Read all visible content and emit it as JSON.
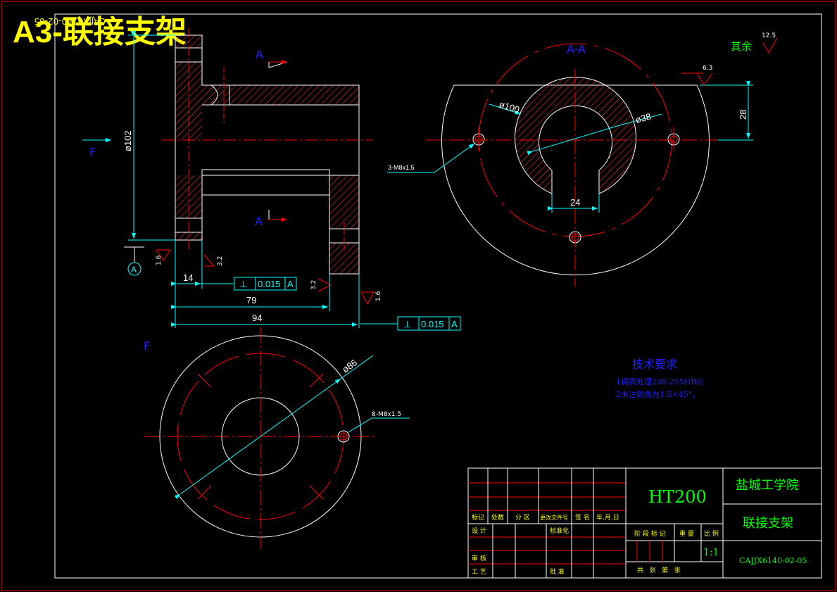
{
  "title": "A3-联接支架",
  "title_ghost": "CAJJX6140-02-05",
  "views": {
    "section_label": "A",
    "section_view_title": "A-A",
    "view_label": "F",
    "datum_label": "A"
  },
  "dimensions": {
    "dia102": "ø102",
    "len14": "14",
    "len79": "79",
    "len94": "94",
    "dia100": "ø100",
    "dia38": "ø38",
    "len28": "28",
    "len24": "24",
    "dia86": "ø86",
    "thread3": "3-M8x1.5",
    "thread8": "8-M8x1.5"
  },
  "tolerances": {
    "perp1": {
      "symbol": "⊥",
      "value": "0.015",
      "datum": "A"
    },
    "perp2": {
      "symbol": "⊥",
      "value": "0.015",
      "datum": "A"
    }
  },
  "roughness": {
    "r16a": "1.6",
    "r32a": "3.2",
    "r32b": "3.2",
    "r16b": "1.6",
    "r63": "6.3",
    "r125": "12.5",
    "rest": "其余"
  },
  "tech_req": {
    "heading": "技术要求",
    "line1": "1调质处理238-255HBS;",
    "line2": "2未注倒角为1.5×45°。"
  },
  "title_block": {
    "material": "HT200",
    "school": "盐城工学院",
    "part_name": "联接支架",
    "drawing_no": "CAJJX6140-02-05",
    "scale": "1:1",
    "row_labels": [
      "标记",
      "处数",
      "分 区",
      "更改文件号",
      "签 名",
      "年.月.日"
    ],
    "design": "设 计",
    "standard": "标准化",
    "review": "审 核",
    "process": "工 艺",
    "approve": "批 准",
    "stage": "阶 段 标 记",
    "weight": "重 量",
    "scale_label": "比 例",
    "sheets": "共   张   第   张"
  },
  "colors": {
    "outline": "#ffffff",
    "center": "#ff0000",
    "hatch": "#ff3030",
    "dim": "#00ffff",
    "label": "#2020ff",
    "border_outer": "#ff0000"
  }
}
